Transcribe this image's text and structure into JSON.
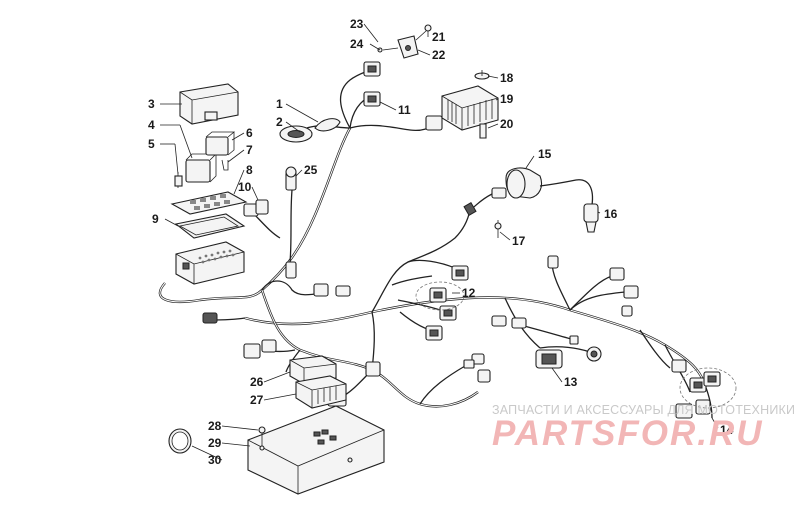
{
  "callouts": [
    {
      "id": "1",
      "text": "1"
    },
    {
      "id": "2",
      "text": "2"
    },
    {
      "id": "3",
      "text": "3"
    },
    {
      "id": "4",
      "text": "4"
    },
    {
      "id": "5",
      "text": "5"
    },
    {
      "id": "6",
      "text": "6"
    },
    {
      "id": "7",
      "text": "7"
    },
    {
      "id": "8",
      "text": "8"
    },
    {
      "id": "9",
      "text": "9"
    },
    {
      "id": "10",
      "text": "10"
    },
    {
      "id": "11",
      "text": "11"
    },
    {
      "id": "12",
      "text": "12"
    },
    {
      "id": "13",
      "text": "13"
    },
    {
      "id": "14",
      "text": "14"
    },
    {
      "id": "15",
      "text": "15"
    },
    {
      "id": "16",
      "text": "16"
    },
    {
      "id": "17",
      "text": "17"
    },
    {
      "id": "18",
      "text": "18"
    },
    {
      "id": "19",
      "text": "19"
    },
    {
      "id": "20",
      "text": "20"
    },
    {
      "id": "21",
      "text": "21"
    },
    {
      "id": "22",
      "text": "22"
    },
    {
      "id": "23",
      "text": "23"
    },
    {
      "id": "24",
      "text": "24"
    },
    {
      "id": "25",
      "text": "25"
    },
    {
      "id": "26",
      "text": "26"
    },
    {
      "id": "27",
      "text": "27"
    },
    {
      "id": "28",
      "text": "28"
    },
    {
      "id": "29",
      "text": "29"
    },
    {
      "id": "30",
      "text": "30"
    }
  ],
  "watermark": {
    "caption": "ЗАПЧАСТИ И АКСЕССУАРЫ ДЛЯ МОТОТЕХНИКИ",
    "logo": "PARTSFOR.RU"
  },
  "colors": {
    "line": "#222222",
    "watermark_caption": "#c9c9c9",
    "watermark_logo": "#f2b6b6"
  }
}
